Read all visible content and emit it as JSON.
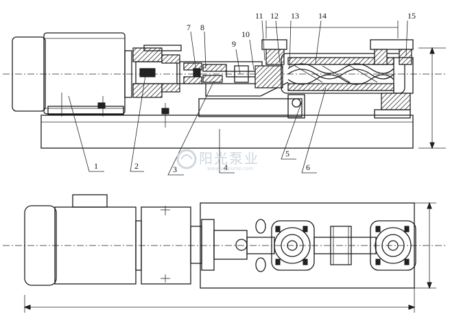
{
  "callouts": [
    "1",
    "2",
    "3",
    "4",
    "5",
    "6",
    "7",
    "8",
    "9",
    "10",
    "11",
    "12",
    "13",
    "14",
    "15"
  ],
  "watermark": {
    "name": "阳光泵业",
    "url": "www.yg-pump.com"
  }
}
